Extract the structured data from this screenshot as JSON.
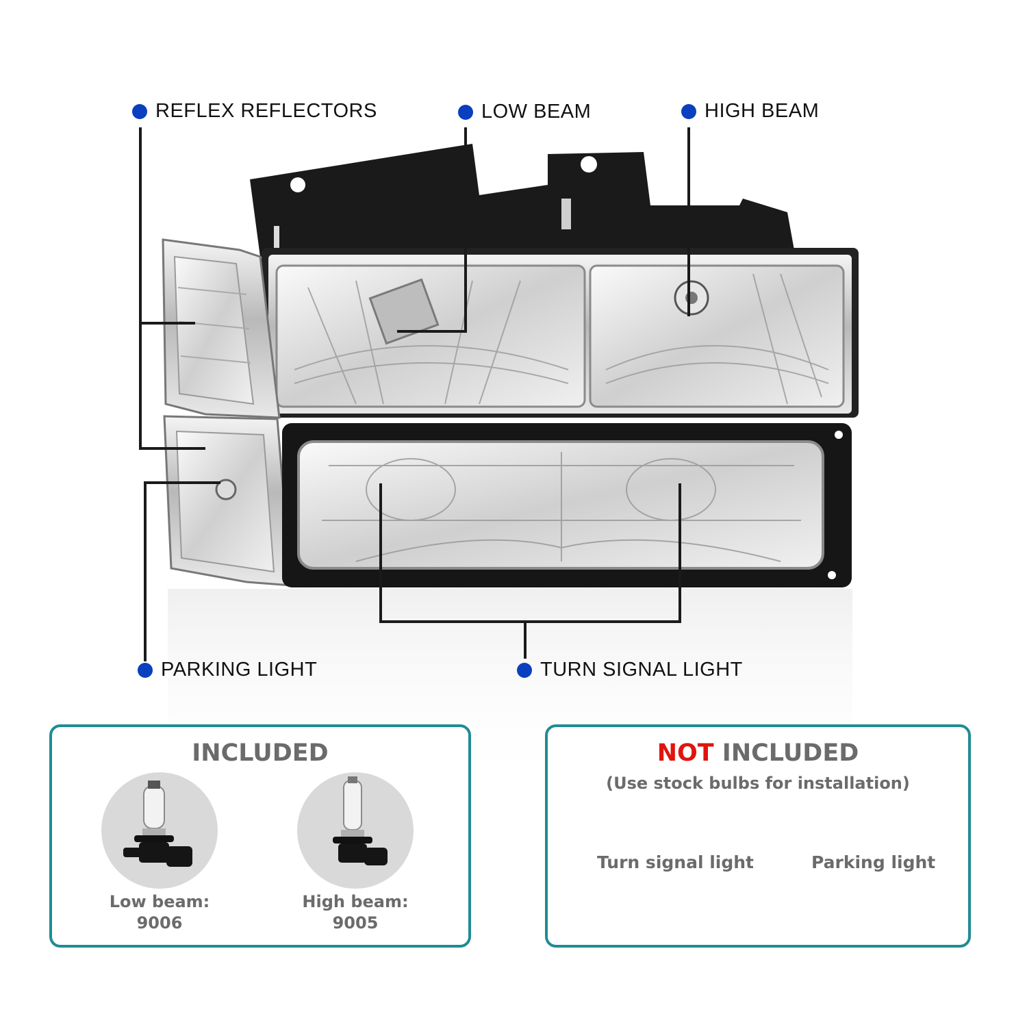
{
  "callouts": {
    "reflex_reflectors": "REFLEX REFLECTORS",
    "low_beam": "LOW BEAM",
    "high_beam": "HIGH BEAM",
    "parking_light": "PARKING LIGHT",
    "turn_signal_light": "TURN SIGNAL LIGHT"
  },
  "included": {
    "title": "INCLUDED",
    "bulbs": [
      {
        "line1": "Low beam:",
        "line2": "9006"
      },
      {
        "line1": "High beam:",
        "line2": "9005"
      }
    ]
  },
  "not_included": {
    "title_highlight": "NOT",
    "title_rest": " INCLUDED",
    "subtitle": "(Use stock bulbs for installation)",
    "items": [
      "Turn signal light",
      "Parking light"
    ]
  },
  "colors": {
    "callout_dot": "#0a3fbf",
    "panel_border": "#1f8c93",
    "not_red": "#e0140e",
    "panel_text": "#6b6b6b"
  }
}
